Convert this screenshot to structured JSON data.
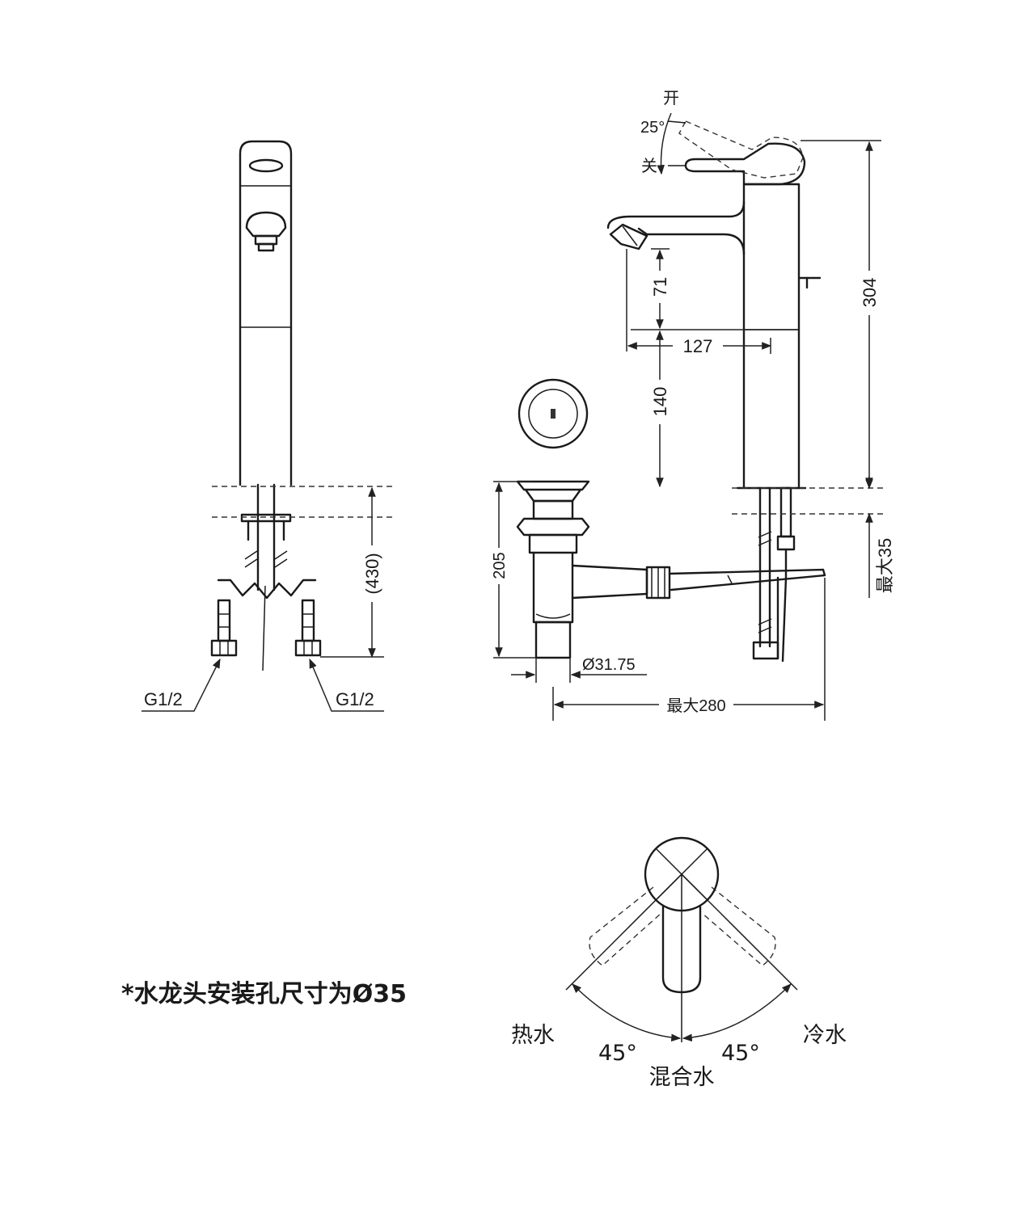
{
  "labels": {
    "open": "开",
    "open_angle": "25°",
    "close": "关",
    "dim_304": "304",
    "dim_71": "71",
    "dim_127": "127",
    "dim_140": "140",
    "dim_max35": "最大35",
    "dim_430": "(430)",
    "dim_205": "205",
    "dim_3175": "Ø31.75",
    "dim_max280": "最大280",
    "thread_left": "G1/2",
    "thread_right": "G1/2",
    "note": "*水龙头安装孔尺寸为Ø35",
    "hot": "热水",
    "cold": "冷水",
    "mixed": "混合水",
    "angle_left": "45°",
    "angle_right": "45°"
  }
}
